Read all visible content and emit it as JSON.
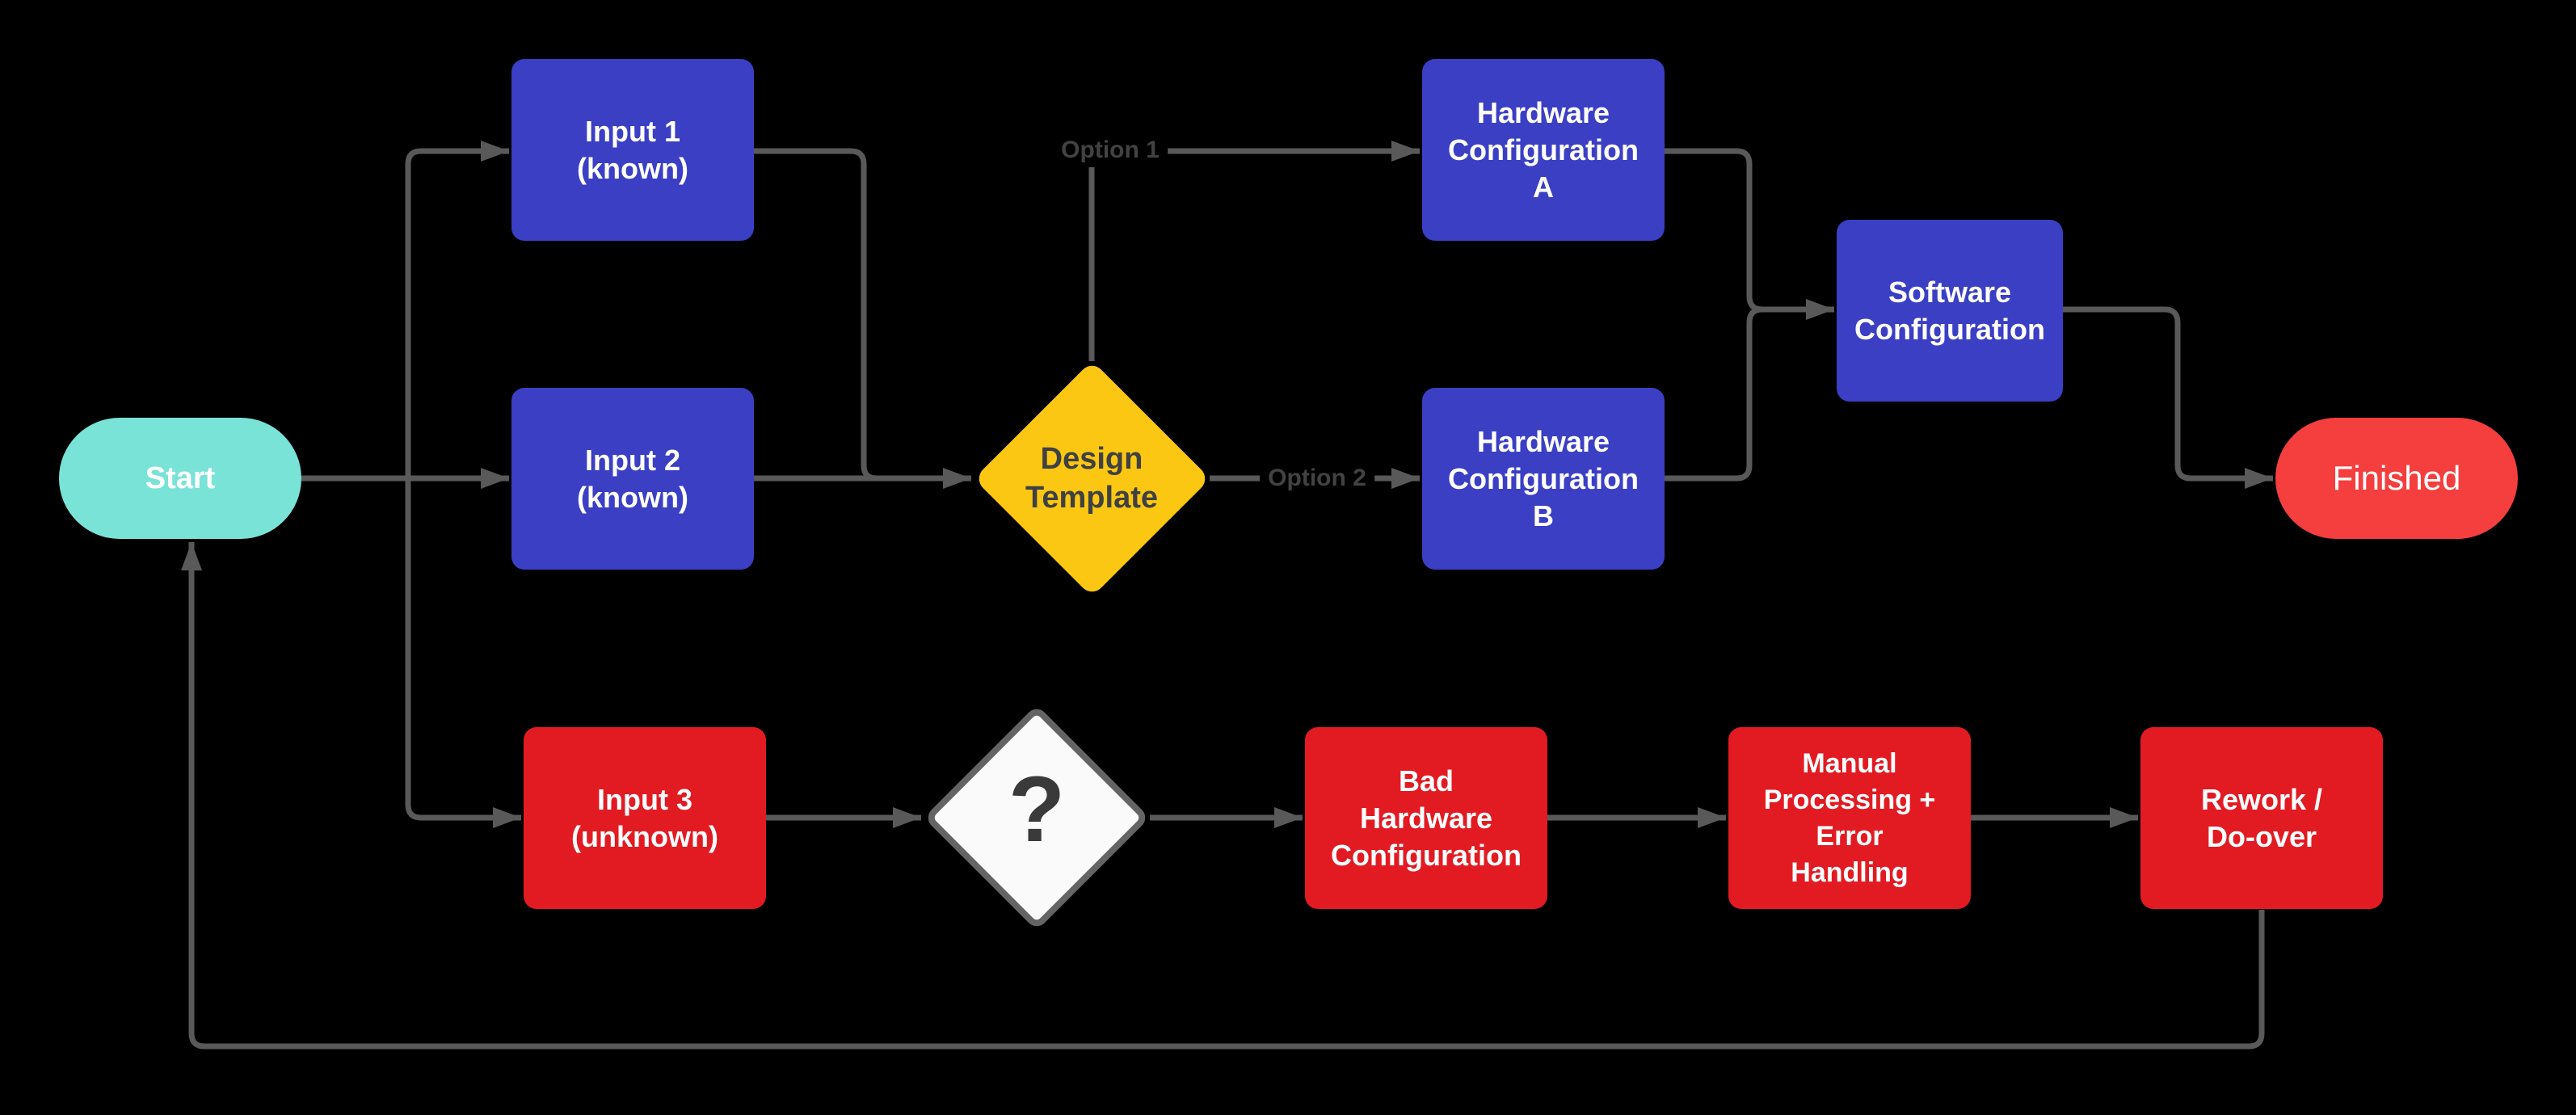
{
  "diagram": {
    "background_color": "#000000",
    "connector_color": "#595959",
    "nodes": {
      "start": {
        "label": "Start",
        "shape": "terminator",
        "fill": "#7AE3D8",
        "text_color": "#ffffff"
      },
      "input1": {
        "label": "Input 1\n(known)",
        "shape": "process",
        "fill": "#3B3FC4",
        "text_color": "#ffffff"
      },
      "input2": {
        "label": "Input 2\n(known)",
        "shape": "process",
        "fill": "#3B3FC4",
        "text_color": "#ffffff"
      },
      "input3": {
        "label": "Input 3\n(unknown)",
        "shape": "process",
        "fill": "#E21B23",
        "text_color": "#ffffff"
      },
      "design_template": {
        "label": "Design\nTemplate",
        "shape": "decision",
        "fill": "#FBC712",
        "text_color": "#3E4043"
      },
      "unknown_decision": {
        "label": "?",
        "shape": "decision",
        "fill": "#FAFAFA",
        "text_color": "#3A3A3A"
      },
      "hardware_config_a": {
        "label": "Hardware\nConfiguration\nA",
        "shape": "process",
        "fill": "#3B3FC4",
        "text_color": "#ffffff"
      },
      "hardware_config_b": {
        "label": "Hardware\nConfiguration\nB",
        "shape": "process",
        "fill": "#3B3FC4",
        "text_color": "#ffffff"
      },
      "software_config": {
        "label": "Software\nConfiguration",
        "shape": "process",
        "fill": "#3B3FC4",
        "text_color": "#ffffff"
      },
      "finished": {
        "label": "Finished",
        "shape": "terminator",
        "fill": "#F53E3E",
        "text_color": "#ffffff"
      },
      "bad_hardware": {
        "label": "Bad\nHardware\nConfiguration",
        "shape": "process",
        "fill": "#E21B23",
        "text_color": "#ffffff"
      },
      "manual_processing": {
        "label": "Manual\nProcessing +\nError\nHandling",
        "shape": "process",
        "fill": "#E21B23",
        "text_color": "#ffffff"
      },
      "rework": {
        "label": "Rework /\nDo-over",
        "shape": "process",
        "fill": "#E21B23",
        "text_color": "#ffffff"
      }
    },
    "edge_labels": {
      "option1": "Option 1",
      "option2": "Option 2"
    }
  }
}
